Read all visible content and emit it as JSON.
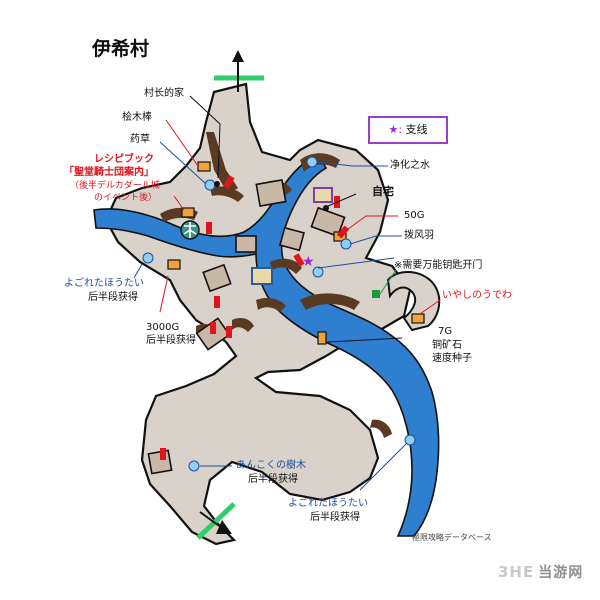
{
  "title": "伊希村",
  "legend": {
    "star": "★:",
    "label": "支线"
  },
  "labels": {
    "village_chief": "村长的家",
    "cypress_stick": "桧木棒",
    "herb": "药草",
    "recipe_line1": "レシピブック",
    "recipe_line2": "「聖堂騎士団案内」",
    "recipe_line3": "（後半デルカダール城",
    "recipe_line4": "のイベント後）",
    "dirty_towel1_name": "よごれたほうたい",
    "dirty_towel1_note": "后半段获得",
    "gold_3000": "3000G",
    "gold_3000_note": "后半段获得",
    "purify_water": "净化之水",
    "home": "自宅",
    "gold_50": "50G",
    "wind_feather": "拨风羽",
    "magic_key_note": "※需要万能钥匙开门",
    "healing_ring": "いやしのうでわ",
    "gold_7": "7G",
    "copper_ore": "铜矿石",
    "speed_seed": "速度种子",
    "dark_wood_name": "あんこくの樹木",
    "dark_wood_note": "后半段获得",
    "dirty_towel2_name": "よごれたほうたい",
    "dirty_towel2_note": "后半段获得",
    "credit": "極限攻略データベース"
  },
  "brand": {
    "logo": "3HE",
    "name": "当游网"
  },
  "colors": {
    "ground": "#d9d2ca",
    "outline": "#111111",
    "river": "#2f7fd0",
    "cliff": "#5a3a22",
    "red_marker": "#e0141e",
    "blue_marker": "#1a4fa8",
    "exit": "#2fce6a",
    "legend_border": "#9a3fc8"
  }
}
